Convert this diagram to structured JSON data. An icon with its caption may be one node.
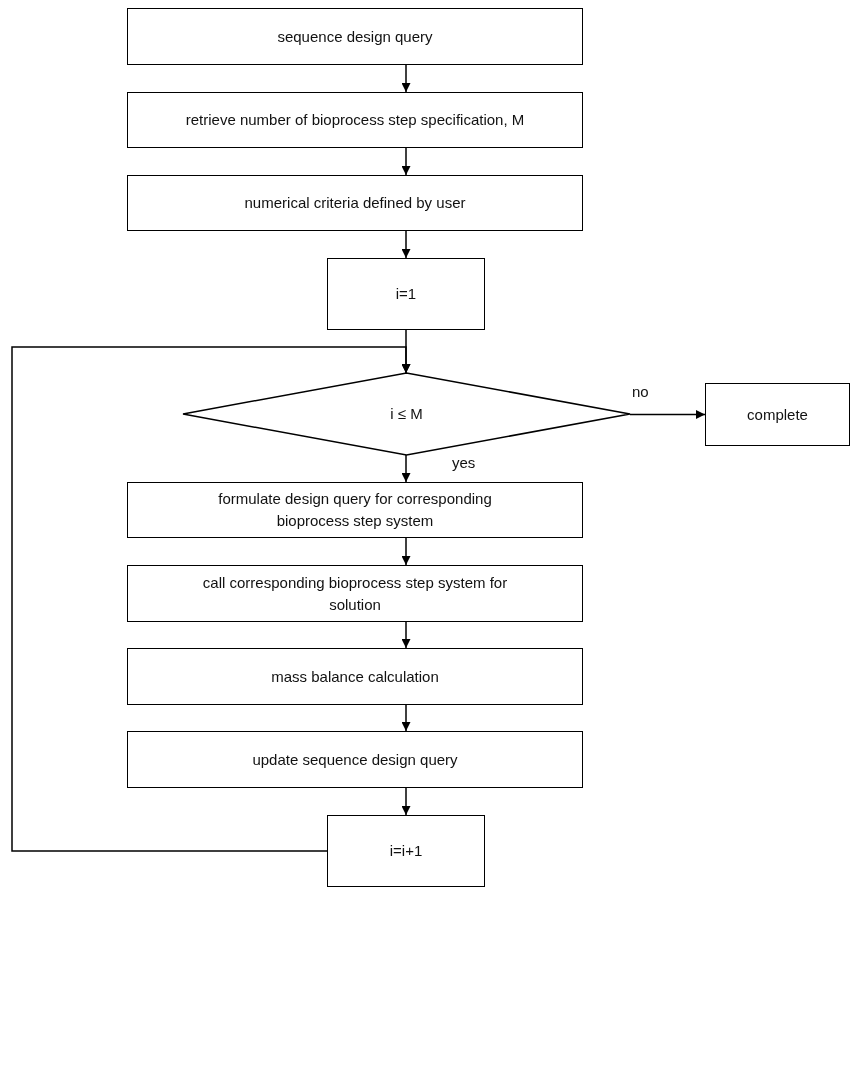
{
  "diagram": {
    "nodes": [
      {
        "text": [
          "sequence design query"
        ]
      },
      {
        "text": [
          "retrieve number of bioprocess step specification, M"
        ]
      },
      {
        "text": [
          "numerical criteria defined by user"
        ]
      },
      {
        "text": [
          "i=1"
        ]
      },
      {
        "text": [
          "i ≤ M"
        ]
      },
      {
        "text": [
          "complete"
        ]
      },
      {
        "text": [
          "formulate design query for corresponding bioprocess step system"
        ]
      },
      {
        "text": [
          "call corresponding bioprocess step system for solution"
        ]
      },
      {
        "text": [
          "mass balance calculation"
        ]
      },
      {
        "text": [
          "update sequence design query"
        ]
      },
      {
        "text": [
          "i=i+1"
        ]
      }
    ],
    "edges": [
      {
        "from": 0,
        "to": 1,
        "arrow": "to"
      },
      {
        "from": 1,
        "to": 2,
        "arrow": "to"
      },
      {
        "from": 2,
        "to": 3,
        "arrow": "to"
      },
      {
        "from": 3,
        "to": 4,
        "arrow": "to"
      },
      {
        "from": 4,
        "to": 5,
        "arrow": "to",
        "label": "no"
      },
      {
        "from": 4,
        "to": 6,
        "arrow": "to",
        "label": "yes"
      },
      {
        "from": 6,
        "to": 7,
        "arrow": "to"
      },
      {
        "from": 7,
        "to": 8,
        "arrow": "to"
      },
      {
        "from": 8,
        "to": 9,
        "arrow": "to"
      },
      {
        "from": 9,
        "to": 10,
        "arrow": "to"
      },
      {
        "from": 10,
        "to": 4,
        "arrow": "to"
      }
    ]
  }
}
